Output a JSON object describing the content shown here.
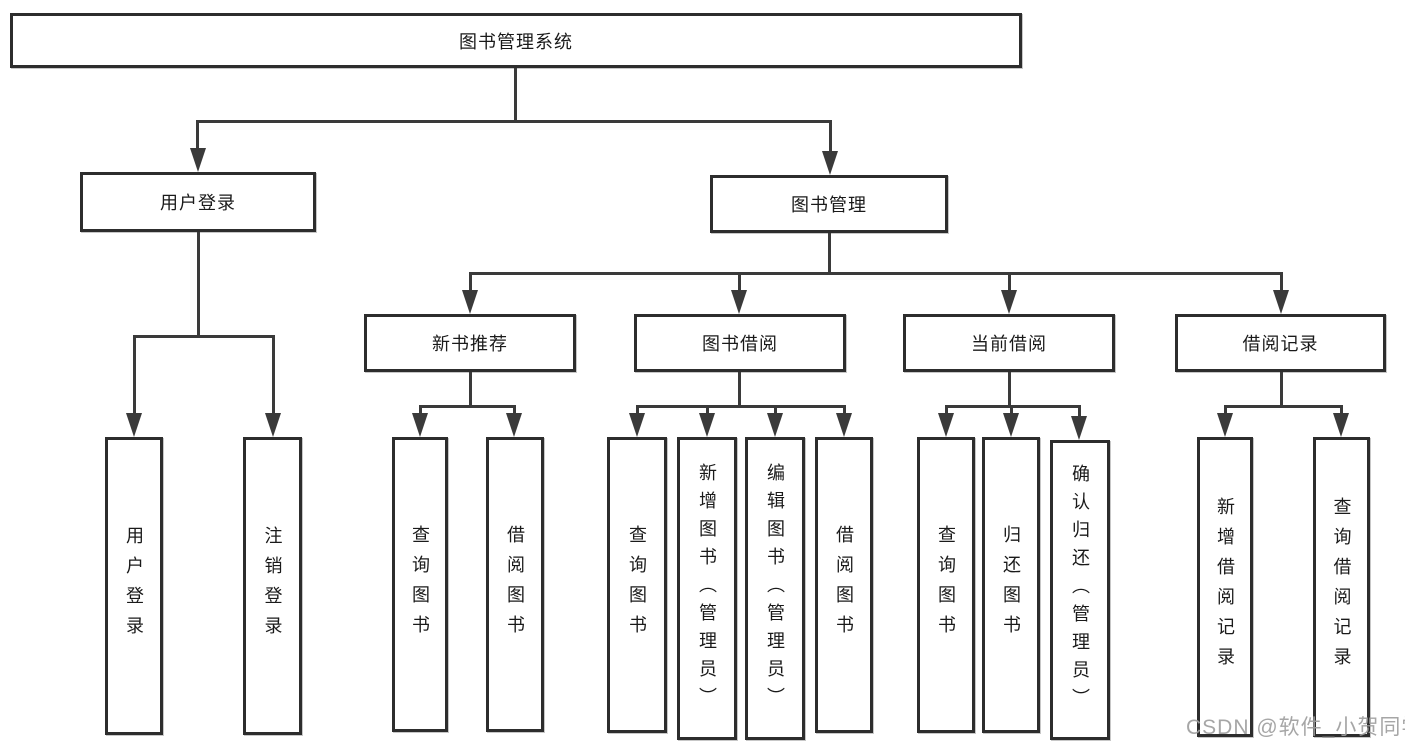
{
  "title": "图书管理系统",
  "watermark": "CSDN @软件_小贺同学",
  "colors": {
    "background": "#ffffff",
    "line": "#3a3a3a",
    "box_border": "#2d2d2d",
    "text": "#1a1a1a",
    "watermark": "#9e9e9e"
  },
  "tree": {
    "label": "图书管理系统",
    "children": [
      {
        "label": "用户登录",
        "children": [
          {
            "label": "用户登录"
          },
          {
            "label": "注销登录"
          }
        ]
      },
      {
        "label": "图书管理",
        "children": [
          {
            "label": "新书推荐",
            "children": [
              {
                "label": "查询图书"
              },
              {
                "label": "借阅图书"
              }
            ]
          },
          {
            "label": "图书借阅",
            "children": [
              {
                "label": "查询图书"
              },
              {
                "label": "新增图书（管理员）"
              },
              {
                "label": "编辑图书（管理员）"
              },
              {
                "label": "借阅图书"
              }
            ]
          },
          {
            "label": "当前借阅",
            "children": [
              {
                "label": "查询图书"
              },
              {
                "label": "归还图书"
              },
              {
                "label": "确认归还（管理员）"
              }
            ]
          },
          {
            "label": "借阅记录",
            "children": [
              {
                "label": "新增借阅记录"
              },
              {
                "label": "查询借阅记录"
              }
            ]
          }
        ]
      }
    ]
  }
}
